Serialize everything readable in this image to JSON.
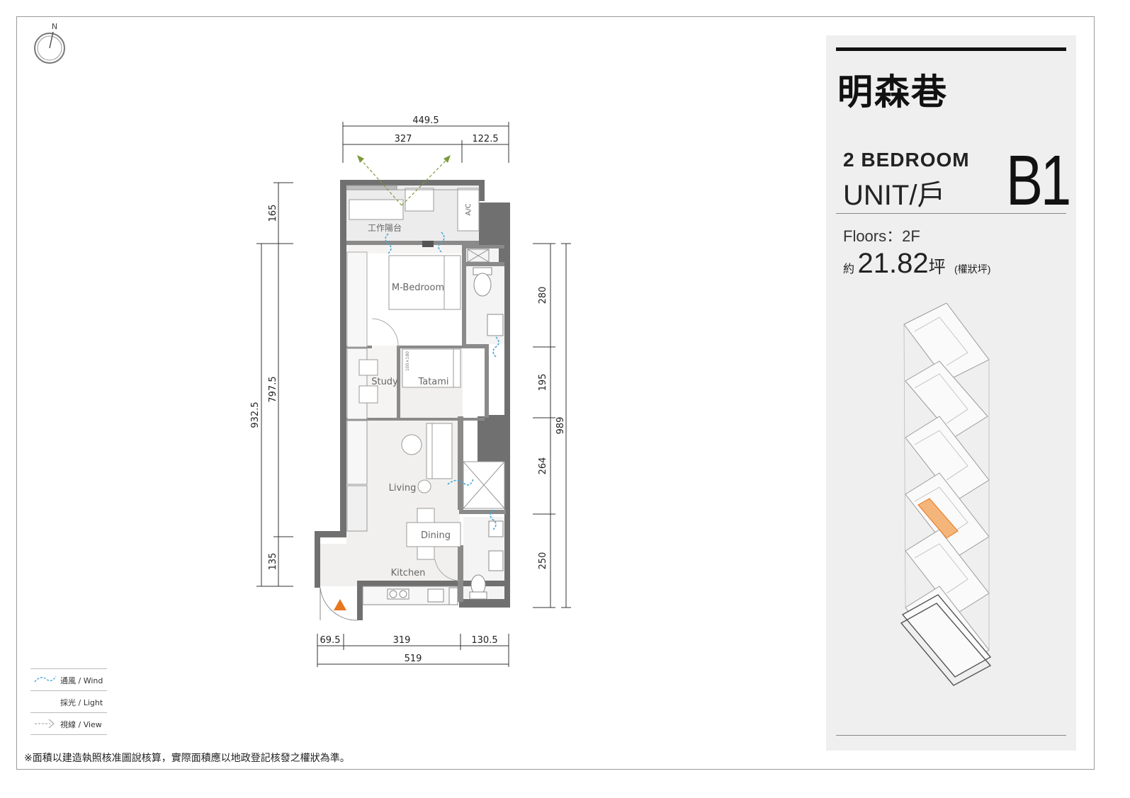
{
  "compass": {
    "label": "N"
  },
  "project": {
    "name": "明森巷",
    "bedrooms": "2  BEDROOM",
    "unit": "UNIT/戶",
    "code": "B1",
    "floors": "Floors：2F",
    "area_prefix": "約",
    "area_value": "21.82",
    "area_unit": "坪",
    "area_note": "(權狀坪)"
  },
  "rooms": {
    "balcony": "工作陽台",
    "ac": "A/C",
    "master": "M-Bedroom",
    "study": "Study",
    "tatami": "Tatami",
    "living": "Living",
    "dining": "Dining",
    "kitchen": "Kitchen",
    "tatami_tag": "100×180"
  },
  "dimensions": {
    "top_total": "449.5",
    "top_a": "327",
    "top_b": "122.5",
    "bottom_a": "69.5",
    "bottom_b": "319",
    "bottom_c": "130.5",
    "bottom_total": "519",
    "left_top": "165",
    "left_mid": "797.5",
    "left_total": "932.5",
    "left_bottom": "135",
    "right_a": "280",
    "right_b": "195",
    "right_c": "264",
    "right_d": "250",
    "right_total": "989"
  },
  "legend": [
    {
      "icon": "wind-icon",
      "label": "通風 / Wind"
    },
    {
      "icon": "light-icon",
      "label": "採光 / Light"
    },
    {
      "icon": "view-icon",
      "label": "視線 / View"
    }
  ],
  "footnote": "※面積以建造執照核准圖說核算，實際面積應以地政登記核發之權狀為準。",
  "colors": {
    "accent": "#e8761c",
    "highlight": "#f4b57a",
    "wall": "#707070",
    "wind": "#4aa8d8",
    "view": "#7c9a3a"
  }
}
